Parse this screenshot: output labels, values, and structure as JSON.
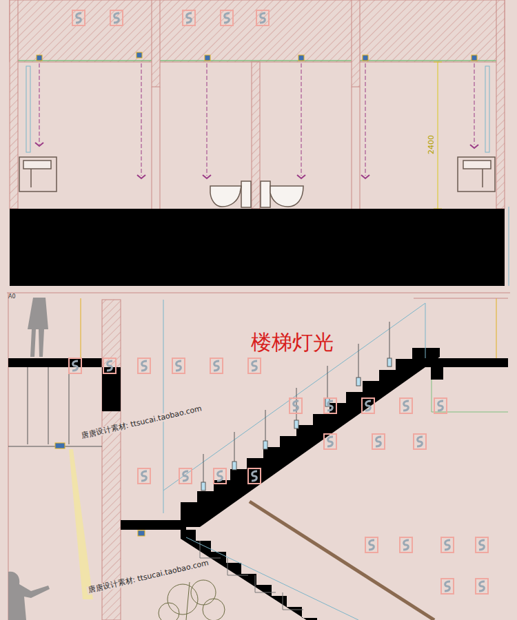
{
  "diagram": {
    "labels": [
      "2400",
      "A0",
      "楼梯灯光",
      "唐唐设计素材: ttsucai.taobao.com",
      "唐唐设计素材: ttsucai.taobao.com"
    ]
  }
}
